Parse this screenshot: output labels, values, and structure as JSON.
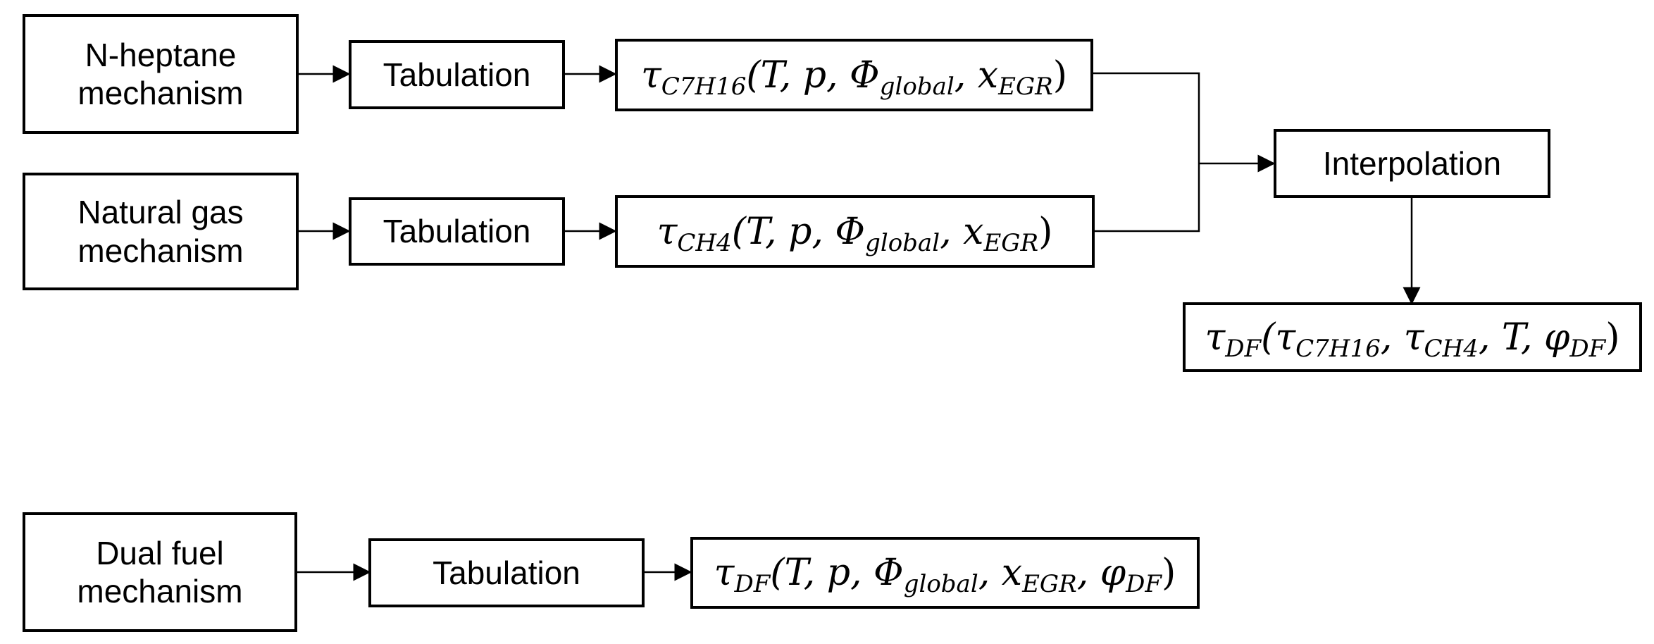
{
  "boxes": {
    "nheptane": "N-heptane\nmechanism",
    "natgas": "Natural gas\nmechanism",
    "dualfuel": "Dual fuel\nmechanism",
    "tab1": "Tabulation",
    "tab2": "Tabulation",
    "tab3": "Tabulation",
    "interp": "Interpolation"
  },
  "formulas": {
    "f1": {
      "sym": "τ",
      "sub": "C7H16",
      "args": "(T, p, Φ",
      "sub2": "global",
      "sep": ", x",
      "sub3": "EGR",
      "close": ")"
    },
    "f2": {
      "sym": "τ",
      "sub": "CH4",
      "args": "(T, p, Φ",
      "sub2": "global",
      "sep": ", x",
      "sub3": "EGR",
      "close": ")"
    },
    "f3": {
      "sym": "τ",
      "sub": "DF",
      "a1": "(τ",
      "s1": "C7H16",
      "a2": ", τ",
      "s2": "CH4",
      "a3": ", T, φ",
      "s3": "DF",
      "close": ")"
    },
    "f4": {
      "sym": "τ",
      "sub": "DF",
      "args": "(T, p, Φ",
      "sub2": "global",
      "sep": ", x",
      "sub3": "EGR",
      "sep2": ", φ",
      "sub4": "DF",
      "close": ")"
    }
  }
}
